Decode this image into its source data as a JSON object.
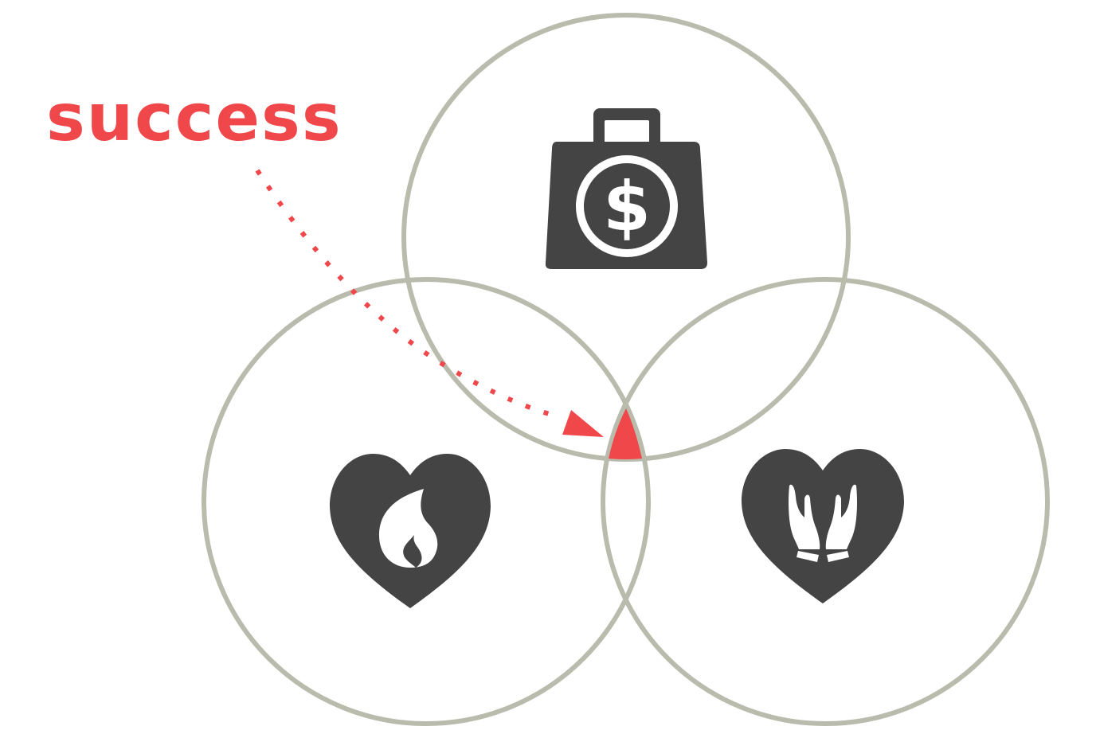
{
  "diagram": {
    "label": "success",
    "circles": [
      {
        "id": "money",
        "icon": "money-bag-icon"
      },
      {
        "id": "passion",
        "icon": "heart-flame-icon"
      },
      {
        "id": "purpose",
        "icon": "heart-hands-icon"
      }
    ]
  },
  "colors": {
    "ring": "#b9bbad",
    "icon": "#444444",
    "accent": "#f0474a",
    "background": "#ffffff"
  }
}
